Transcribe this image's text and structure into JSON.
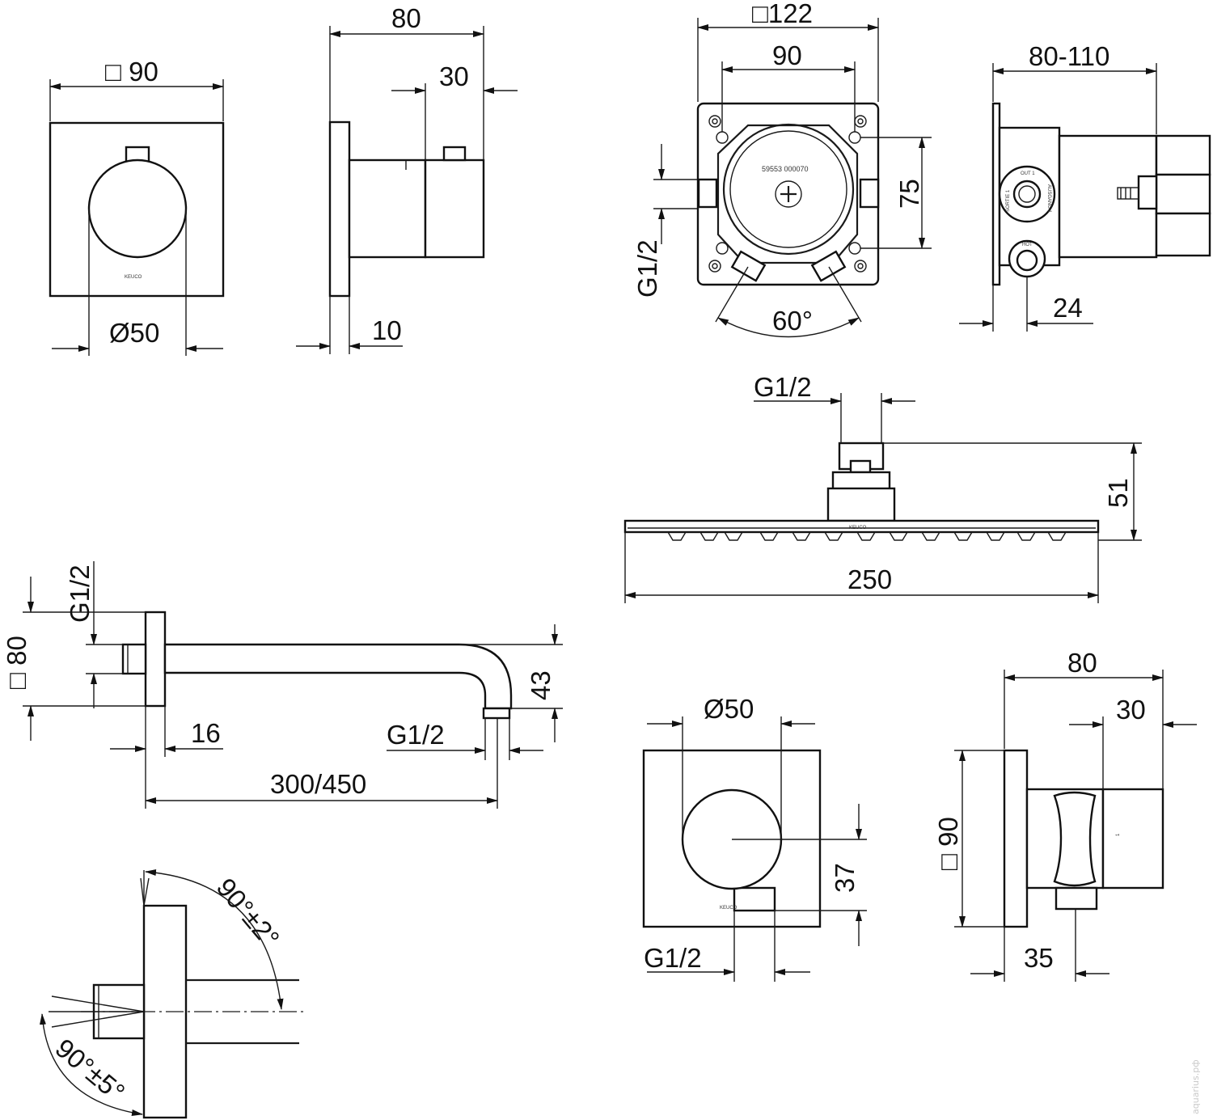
{
  "dimensions": {
    "thermostat_width": "□ 90",
    "thermostat_knob_diameter": "Ø50",
    "thermostat_depth": "80",
    "thermostat_knob_depth": "30",
    "thermostat_plate_thickness": "10",
    "box_width": "□122",
    "box_hole_spacing": "90",
    "box_connection_spacing": "75",
    "box_thread": "G1/2",
    "box_angle": "60°",
    "box_install_depth": "80-110",
    "box_offset": "24",
    "head_thread": "G1/2",
    "head_height": "51",
    "head_width": "250",
    "arm_thread_inlet": "G1/2",
    "arm_flange": "□ 80",
    "arm_drop": "43",
    "arm_flange_depth": "16",
    "arm_thread_outlet": "G1/2",
    "arm_length": "300/450",
    "elbow_diameter": "Ø50",
    "elbow_outlet_height": "37",
    "elbow_thread": "G1/2",
    "holder_depth": "80",
    "holder_knob_depth": "30",
    "holder_width": "□ 90",
    "holder_outlet_offset": "35",
    "angle_upper": "90°±2°",
    "angle_lower": "90°±5°"
  },
  "labels": {
    "brand_mark": "KEUCO",
    "box_serial": "59553 000070",
    "valve_out": "OUT 1",
    "valve_sortie": "SORTIE 1",
    "valve_ausgang": "AUSGANG 1",
    "valve_hot": "HOT",
    "holder_mark": "1"
  },
  "watermark": "aquarius.рф"
}
